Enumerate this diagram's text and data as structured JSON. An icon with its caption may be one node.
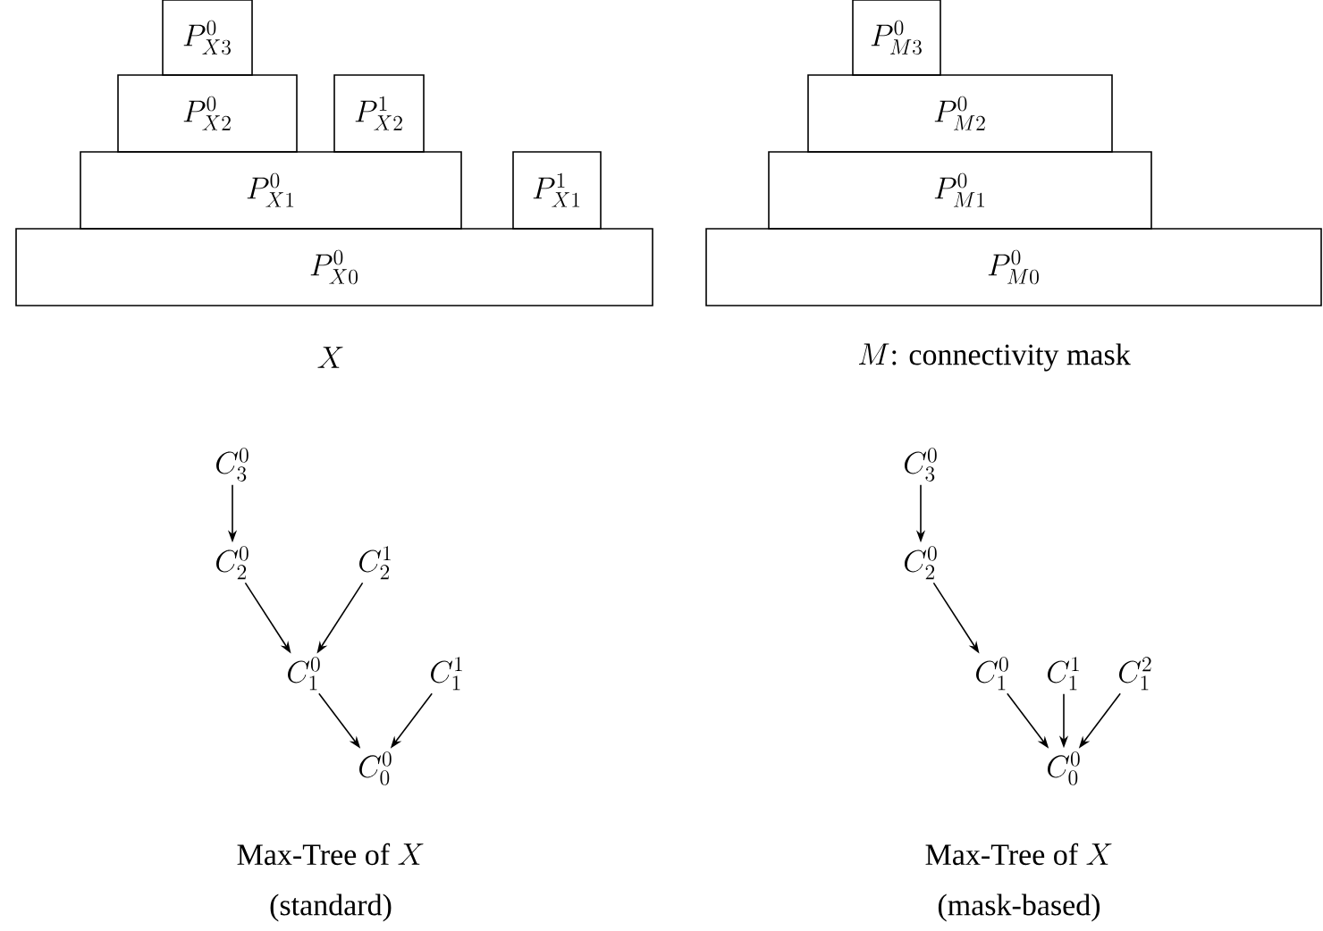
{
  "diagram": {
    "nodes": [
      {
        "text": [
          "P^0_{X3}"
        ]
      },
      {
        "text": [
          "P^0_{X2}"
        ]
      },
      {
        "text": [
          "P^1_{X2}"
        ]
      },
      {
        "text": [
          "P^0_{X1}"
        ]
      },
      {
        "text": [
          "P^1_{X1}"
        ]
      },
      {
        "text": [
          "P^0_{X0}"
        ]
      },
      {
        "text": [
          "P^0_{M3}"
        ]
      },
      {
        "text": [
          "P^0_{M2}"
        ]
      },
      {
        "text": [
          "P^0_{M1}"
        ]
      },
      {
        "text": [
          "P^0_{M0}"
        ]
      },
      {
        "text": [
          "C^0_3"
        ]
      },
      {
        "text": [
          "C^0_2"
        ]
      },
      {
        "text": [
          "C^1_2"
        ]
      },
      {
        "text": [
          "C^0_1"
        ]
      },
      {
        "text": [
          "C^1_1"
        ]
      },
      {
        "text": [
          "C^0_0"
        ]
      },
      {
        "text": [
          "C^0_3"
        ]
      },
      {
        "text": [
          "C^0_2"
        ]
      },
      {
        "text": [
          "C^0_1"
        ]
      },
      {
        "text": [
          "C^1_1"
        ]
      },
      {
        "text": [
          "C^2_1"
        ]
      },
      {
        "text": [
          "C^0_0"
        ]
      }
    ],
    "edges": [
      {
        "from": 10,
        "to": 11,
        "arrow": "to"
      },
      {
        "from": 11,
        "to": 13,
        "arrow": "to"
      },
      {
        "from": 12,
        "to": 13,
        "arrow": "to"
      },
      {
        "from": 13,
        "to": 15,
        "arrow": "to"
      },
      {
        "from": 14,
        "to": 15,
        "arrow": "to"
      },
      {
        "from": 16,
        "to": 17,
        "arrow": "to"
      },
      {
        "from": 17,
        "to": 18,
        "arrow": "to"
      },
      {
        "from": 18,
        "to": 21,
        "arrow": "to"
      },
      {
        "from": 19,
        "to": 21,
        "arrow": "to"
      },
      {
        "from": 20,
        "to": 21,
        "arrow": "to"
      }
    ],
    "labels": [
      "X",
      "M\\text{: connectivity mask}",
      "\\text{Max-Tree of }X",
      "\\text{(standard)}",
      "\\text{Max-Tree of }X",
      "\\text{(mask-based)}"
    ]
  }
}
